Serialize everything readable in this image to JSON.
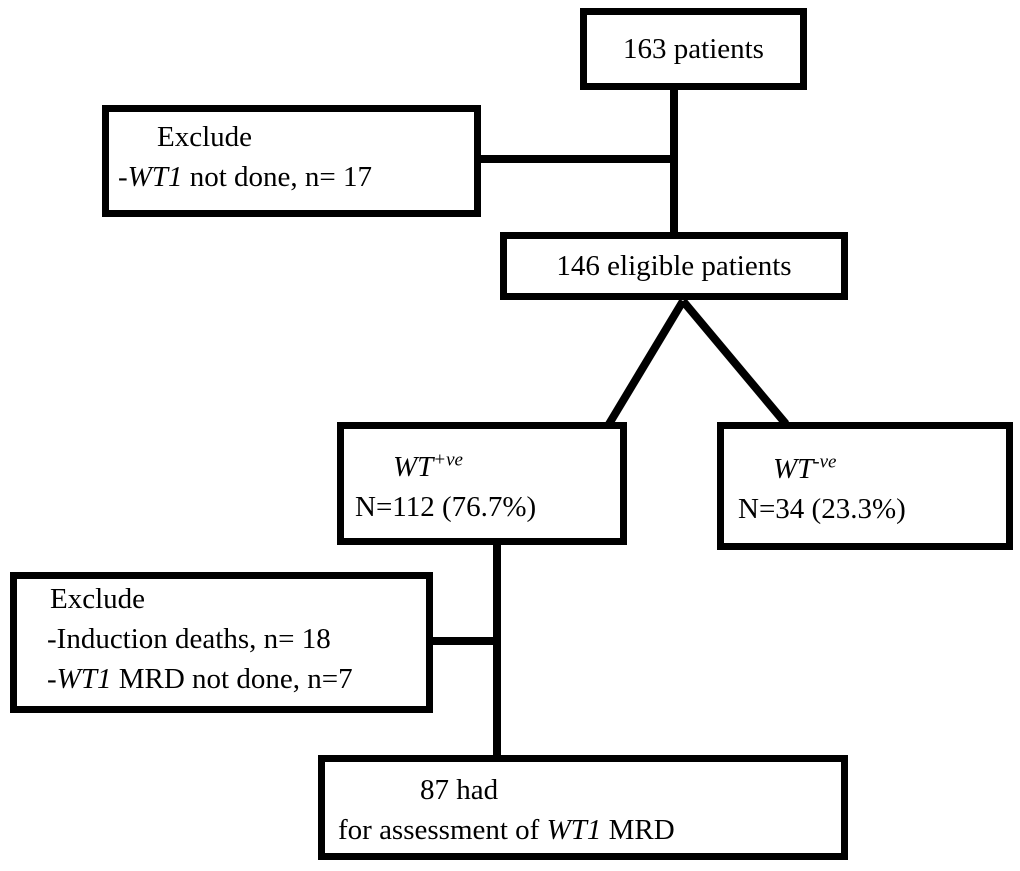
{
  "colors": {
    "ink": "#000000",
    "paper": "#ffffff"
  },
  "boxes": {
    "patients_163": {
      "lines": [
        {
          "segments": [
            {
              "text": "163 patients"
            }
          ]
        }
      ]
    },
    "exclude_1": {
      "lines": [
        {
          "segments": [
            {
              "text": "Exclude"
            }
          ]
        },
        {
          "segments": [
            {
              "text": "-"
            },
            {
              "text": "WT1",
              "style": "italic"
            },
            {
              "text": " not done, n= 17"
            }
          ]
        }
      ]
    },
    "eligible_146": {
      "lines": [
        {
          "segments": [
            {
              "text": "146 eligible patients"
            }
          ]
        }
      ]
    },
    "wt_positive": {
      "lines": [
        {
          "segments": [
            {
              "text": "WT",
              "style": "italic"
            },
            {
              "text": "+ve",
              "style": "italic-superscript"
            }
          ]
        },
        {
          "segments": [
            {
              "text": "N=112 (76.7%)"
            }
          ]
        }
      ]
    },
    "wt_negative": {
      "lines": [
        {
          "segments": [
            {
              "text": "WT",
              "style": "italic"
            },
            {
              "text": "-ve",
              "style": "italic-superscript"
            }
          ]
        },
        {
          "segments": [
            {
              "text": "N=34 (23.3%)"
            }
          ]
        }
      ]
    },
    "exclude_2": {
      "lines": [
        {
          "segments": [
            {
              "text": "Exclude"
            }
          ]
        },
        {
          "segments": [
            {
              "text": "-Induction deaths, n= 18"
            }
          ]
        },
        {
          "segments": [
            {
              "text": "-"
            },
            {
              "text": "WT1",
              "style": "italic"
            },
            {
              "text": " MRD not done, n=7"
            }
          ]
        }
      ]
    },
    "assessment_87": {
      "lines": [
        {
          "segments": [
            {
              "text": "87 had"
            }
          ]
        },
        {
          "segments": [
            {
              "text": "for assessment of "
            },
            {
              "text": "WT1",
              "style": "italic"
            },
            {
              "text": " MRD"
            }
          ]
        }
      ]
    }
  }
}
